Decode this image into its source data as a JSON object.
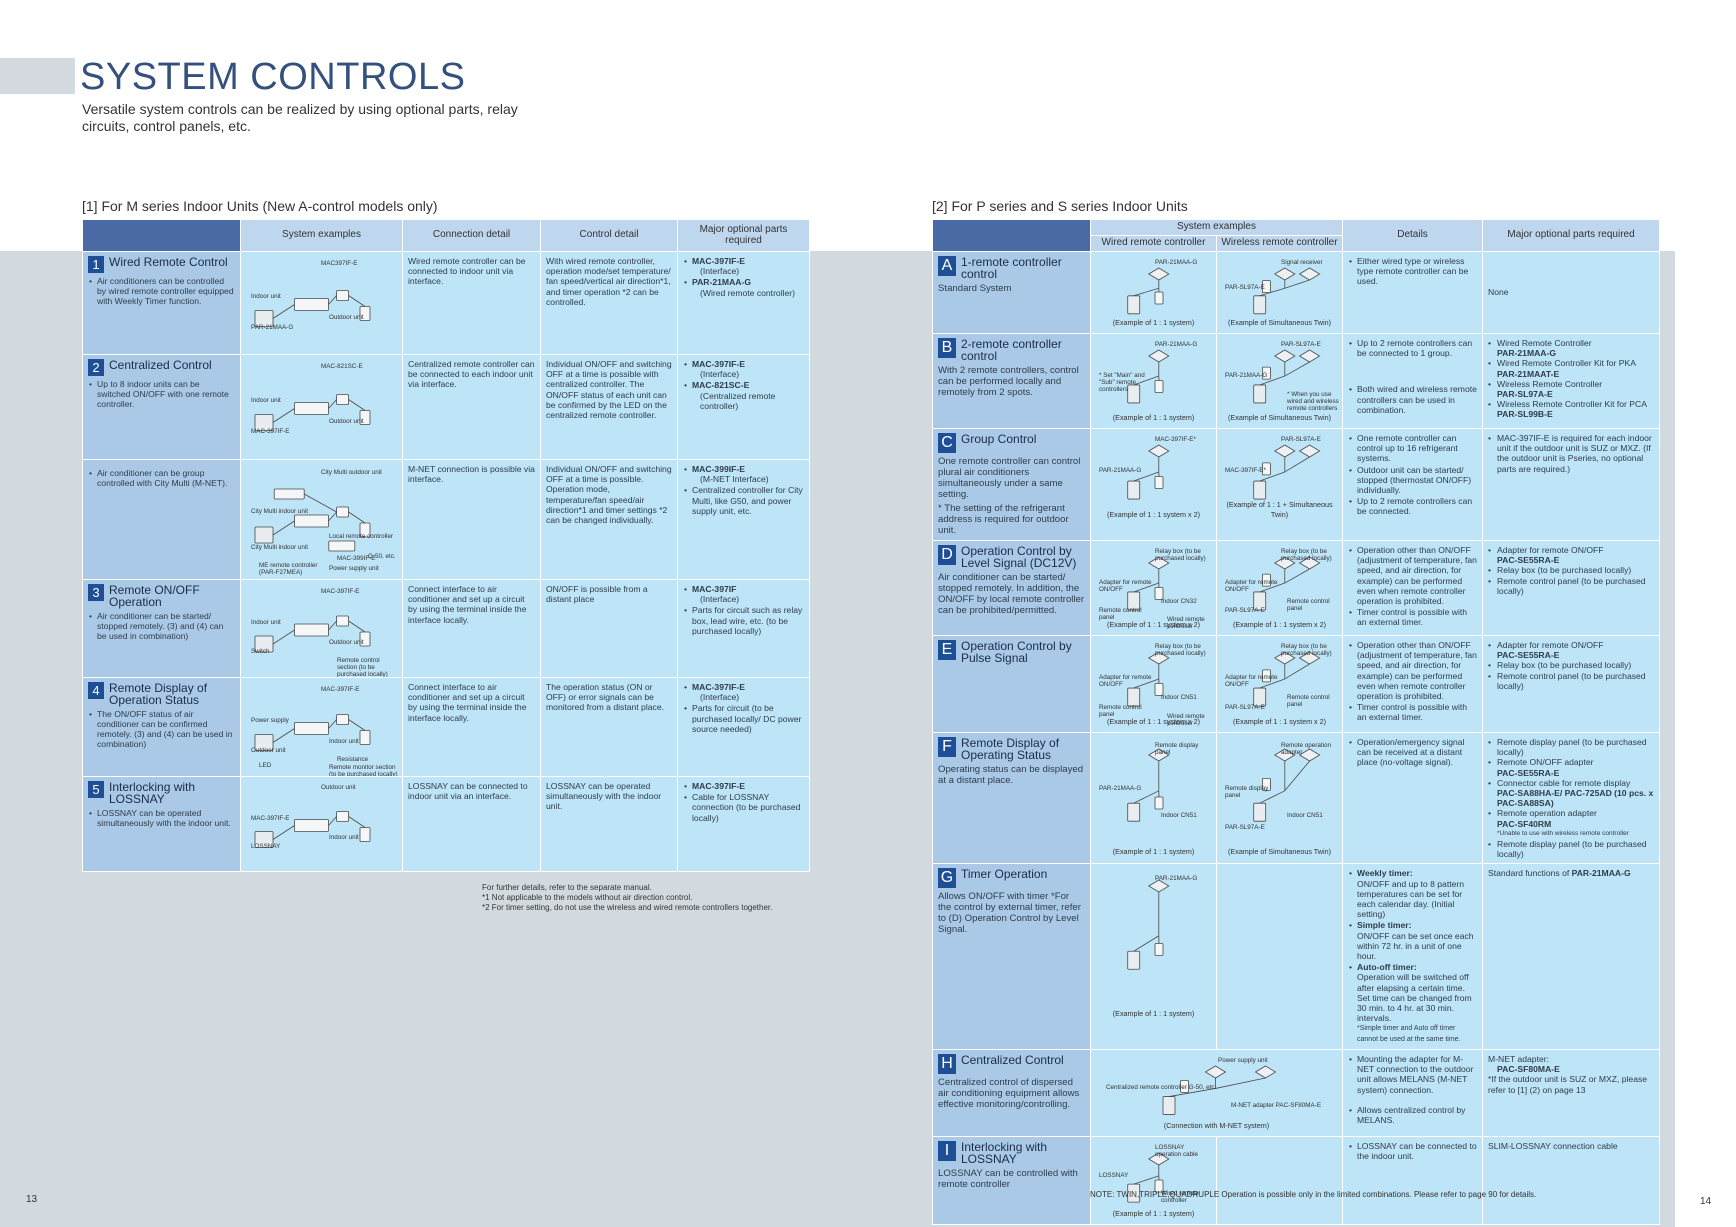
{
  "header": {
    "title": "SYSTEM CONTROLS",
    "subtitle": "Versatile system controls can be realized by using optional parts, relay circuits, control panels, etc."
  },
  "left": {
    "section_title": "[1] For M series Indoor Units (New A-control models only)",
    "columns": [
      "System examples",
      "Connection detail",
      "Control detail",
      "Major optional parts required"
    ],
    "rows": [
      {
        "num": "1",
        "title": "Wired Remote Control",
        "desc": "Air conditioners can be controlled by wired remote controller equipped with Weekly Timer function.",
        "diagram_labels": [
          "MAC397IF-E",
          "Indoor unit",
          "Outdoor unit",
          "PAR-21MAA-G"
        ],
        "connection": "Wired remote controller can be connected to indoor unit via interface.",
        "control": "With wired remote controller, operation mode/set temperature/ fan speed/vertical air direction*1, and timer operation *2 can be controlled.",
        "parts": [
          [
            "MAC-397IF-E",
            "(Interface)"
          ],
          [
            "PAR-21MAA-G",
            "(Wired remote controller)"
          ]
        ]
      },
      {
        "num": "2",
        "title": "Centralized Control",
        "desc": "Up to 8 indoor units can be switched ON/OFF with one remote controller.",
        "diagram_labels": [
          "MAC-821SC-E",
          "Indoor unit",
          "Outdoor unit",
          "MAC-397IF-E"
        ],
        "connection": "Centralized remote controller can be connected to each indoor unit via interface.",
        "control": "Individual ON/OFF and switching OFF at a time is possible with centralized controller. The ON/OFF status of each unit can be confirmed by the LED on the centralized remote controller.",
        "parts": [
          [
            "MAC-397IF-E",
            "(Interface)"
          ],
          [
            "MAC-821SC-E",
            "(Centralized remote controller)"
          ]
        ]
      },
      {
        "num": "",
        "title": "",
        "desc": "Air conditioner can be group controlled with City Multi (M-NET).",
        "diagram_labels": [
          "City Multi outdoor unit",
          "City Multi indoor unit",
          "Local remote controller",
          "City Multi indoor unit",
          "MAC-399IF-E",
          "ME remote controller (PAR-F27MEA)",
          "Power supply unit",
          "G-50, etc."
        ],
        "connection": "M-NET connection is possible via interface.",
        "control": "Individual ON/OFF and switching OFF at a time is possible. Operation mode, temperature/fan speed/air direction*1 and timer settings *2 can be changed individually.",
        "parts": [
          [
            "MAC-399IF-E",
            "(M-NET Interface)"
          ],
          [
            "",
            "Centralized controller for City Multi, like G50, and power supply unit, etc."
          ]
        ]
      },
      {
        "num": "3",
        "title": "Remote ON/OFF Operation",
        "desc": "Air conditioner can be started/ stopped remotely. (3) and (4) can be used in combination)",
        "diagram_labels": [
          "MAC-397IF-E",
          "Indoor unit",
          "Outdoor unit",
          "Switch",
          "Remote control section (to be purchased locally)"
        ],
        "connection": "Connect interface to air conditioner and set up a circuit by using the terminal inside the interface locally.",
        "control": "ON/OFF is possible from a distant place",
        "parts": [
          [
            "MAC-397IF",
            "(Interface)"
          ],
          [
            "",
            "Parts for circuit such as relay box, lead wire, etc. (to be purchased locally)"
          ]
        ]
      },
      {
        "num": "4",
        "title": "Remote Display of Operation Status",
        "desc": "The ON/OFF status of air conditioner can be confirmed remotely. (3) and (4) can be used in combination)",
        "diagram_labels": [
          "MAC-397IF-E",
          "Power supply",
          "Indoor unit",
          "Outdoor unit",
          "Resistance",
          "LED",
          "Remote monitor section (to be purchased locally)"
        ],
        "connection": "Connect interface to air conditioner and set up a circuit by using the terminal inside the interface locally.",
        "control": "The operation status (ON or OFF) or error signals can be monitored from a distant place.",
        "parts": [
          [
            "MAC-397IF-E",
            "(Interface)"
          ],
          [
            "",
            "Parts for circuit (to be purchased locally/ DC power source needed)"
          ]
        ]
      },
      {
        "num": "5",
        "title": "Interlocking with LOSSNAY",
        "desc": "LOSSNAY can be operated simultaneously with the indoor unit.",
        "diagram_labels": [
          "Outdoor unit",
          "MAC-397IF-E",
          "Indoor unit",
          "LOSSNAY"
        ],
        "connection": "LOSSNAY can be connected to indoor unit via an interface.",
        "control": "LOSSNAY can be operated simultaneously with the indoor unit.",
        "parts": [
          [
            "MAC-397IF-E",
            ""
          ],
          [
            "",
            "Cable for LOSSNAY connection (to be purchased locally)"
          ]
        ]
      }
    ],
    "notes": [
      "For further details, refer to the separate manual.",
      "*1 Not applicable to the models without air direction control.",
      "*2 For timer setting, do not use the wireless and wired remote controllers together."
    ],
    "page_number": "13"
  },
  "right": {
    "section_title": "[2] For P series and S series Indoor Units",
    "columns": {
      "system_examples": "System examples",
      "wired": "Wired remote controller",
      "wireless": "Wireless remote controller",
      "details": "Details",
      "parts": "Major optional parts required"
    },
    "rows": [
      {
        "letter": "A",
        "title": "1-remote controller control",
        "desc": "Standard System",
        "wired_labels": [
          "PAR-21MAA-G"
        ],
        "wired_caption": "(Example of 1 : 1 system)",
        "wireless_labels": [
          "Signal receiver",
          "PAR-SL97A-E"
        ],
        "wireless_caption": "(Example of Simultaneous Twin)",
        "details": [
          "Either wired type or wireless type remote controller can be used."
        ],
        "parts": [
          {
            "t": "None",
            "b": false
          }
        ]
      },
      {
        "letter": "B",
        "title": "2-remote controller control",
        "desc": "With 2 remote controllers, control can be performed locally and remotely from 2 spots.",
        "wired_labels": [
          "PAR-21MAA-G",
          "* Set \"Main\" and \"Sub\" remote controllers"
        ],
        "wired_caption": "(Example of 1 : 1 system)",
        "wireless_labels": [
          "PAR-SL97A-E",
          "PAR-21MAA-G",
          "* When you use wired and wireless remote controllers"
        ],
        "wireless_caption": "(Example of Simultaneous Twin)",
        "details": [
          "Up to 2 remote controllers can be connected to 1 group.",
          "Both wired and wireless remote controllers can be used in combination."
        ],
        "parts": [
          {
            "t": "Wired Remote Controller",
            "b": false,
            "bul": true
          },
          {
            "t": "PAR-21MAA-G",
            "b": true
          },
          {
            "t": "Wired Remote Controller Kit for PKA",
            "b": false,
            "bul": true
          },
          {
            "t": "PAR-21MAAT-E",
            "b": true
          },
          {
            "t": "Wireless Remote Controller",
            "b": false,
            "bul": true
          },
          {
            "t": "PAR-SL97A-E",
            "b": true
          },
          {
            "t": "Wireless Remote Controller Kit for PCA",
            "b": false,
            "bul": true
          },
          {
            "t": "PAR-SL99B-E",
            "b": true
          }
        ]
      },
      {
        "letter": "C",
        "title": "Group Control",
        "desc": "One remote controller can control plural air conditioners simultaneously under a same setting.",
        "desc_note": "* The setting of the refrigerant address is required for outdoor unit.",
        "wired_labels": [
          "MAC-397IF-E*",
          "PAR-21MAA-G"
        ],
        "wired_caption": "(Example of 1 : 1 system x 2)",
        "wireless_labels": [
          "PAR-SL97A-E",
          "MAC-397IF-E*"
        ],
        "wireless_caption": "(Example of 1 : 1 + Simultaneous Twin)",
        "details": [
          "One remote controller can control up to 16 refrigerant systems.",
          "Outdoor unit can be started/ stopped (thermostat ON/OFF) individually.",
          "Up to 2 remote controllers can be connected."
        ],
        "parts": [
          {
            "t": "MAC-397IF-E is required for each indoor unit if the outdoor unit is SUZ or MXZ. (If the outdoor unit is Pseries, no optional parts are required.)",
            "b": false,
            "bul": true
          }
        ]
      },
      {
        "letter": "D",
        "title": "Operation Control by Level Signal (DC12V)",
        "desc": "Air conditioner can be started/ stopped remotely. In addition, the ON/OFF by local remote controller can be prohibited/permitted.",
        "wired_labels": [
          "Relay box (to be purchased locally)",
          "Adapter for remote ON/OFF",
          "Indoor CN32",
          "Remote control panel",
          "Wired remote controller"
        ],
        "wired_caption": "(Example of 1 : 1 system x 2)",
        "wireless_labels": [
          "Relay box (to be purchased locally)",
          "Adapter for remote ON/OFF",
          "Remote control panel",
          "PAR-SL97A-E"
        ],
        "wireless_caption": "(Example of 1 : 1 system x 2)",
        "details": [
          "Operation other than ON/OFF (adjustment of temperature, fan speed, and air direction, for example) can be performed even when remote controller operation is prohibited.",
          "Timer control is possible with an external timer."
        ],
        "parts": [
          {
            "t": "Adapter for remote ON/OFF",
            "b": false,
            "bul": true
          },
          {
            "t": "PAC-SE55RA-E",
            "b": true
          },
          {
            "t": "Relay box (to be purchased locally)",
            "b": false,
            "bul": true
          },
          {
            "t": "Remote control panel (to be purchased locally)",
            "b": false,
            "bul": true
          }
        ]
      },
      {
        "letter": "E",
        "title": "Operation Control by Pulse Signal",
        "desc": "",
        "wired_labels": [
          "Relay box (to be purchased locally)",
          "Adapter for remote ON/OFF",
          "Indoor CN51",
          "Remote control panel",
          "Wired remote controller"
        ],
        "wired_caption": "(Example of 1 : 1 system x 2)",
        "wireless_labels": [
          "Relay box (to be purchased locally)",
          "Adapter for remote ON/OFF",
          "Remote control panel",
          "PAR-SL97A-E"
        ],
        "wireless_caption": "(Example of 1 : 1 system x 2)",
        "details": [
          "Operation other than ON/OFF (adjustment of temperature, fan speed, and air direction, for example) can be performed even when remote controller operation is prohibited.",
          "Timer control is possible with an external timer."
        ],
        "parts": [
          {
            "t": "Adapter for remote ON/OFF",
            "b": false,
            "bul": true
          },
          {
            "t": "PAC-SE55RA-E",
            "b": true
          },
          {
            "t": "Relay box (to be purchased locally)",
            "b": false,
            "bul": true
          },
          {
            "t": "Remote control panel (to be purchased locally)",
            "b": false,
            "bul": true
          }
        ]
      },
      {
        "letter": "F",
        "title": "Remote Display of Operating Status",
        "desc": "Operating status can be displayed at a distant place.",
        "wired_labels": [
          "Remote display panel",
          "PAR-21MAA-G",
          "Indoor CN51"
        ],
        "wired_caption": "(Example of 1 : 1 system)",
        "wireless_labels": [
          "Remote operation adapter",
          "Remote display panel",
          "Indoor CN51",
          "PAR-SL97A-E"
        ],
        "wireless_caption": "(Example of Simultaneous Twin)",
        "details": [
          "Operation/emergency signal can be received at a distant place (no-voltage signal)."
        ],
        "parts": [
          {
            "t": "Remote display panel (to be purchased locally)",
            "b": false,
            "bul": true
          },
          {
            "t": "Remote ON/OFF adapter",
            "b": false,
            "bul": true
          },
          {
            "t": "PAC-SE55RA-E",
            "b": true
          },
          {
            "t": "Connector cable for remote display",
            "b": false,
            "bul": true
          },
          {
            "t": "PAC-SA88HA-E/ PAC-725AD (10 pcs. x PAC-SA88SA)",
            "b": true
          },
          {
            "t": "Remote operation adapter",
            "b": false,
            "bul": true
          },
          {
            "t": "PAC-SF40RM",
            "b": true
          },
          {
            "t": "*Unable to use with wireless remote controller",
            "b": false,
            "small": true
          },
          {
            "t": "Remote display panel (to be purchased locally)",
            "b": false,
            "bul": true
          }
        ]
      },
      {
        "letter": "G",
        "title": "Timer Operation",
        "desc": "Allows ON/OFF with timer *For the control by external timer, refer to (D) Operation Control by Level Signal.",
        "wired_labels": [
          "PAR-21MAA-G"
        ],
        "wired_caption": "(Example of 1 : 1 system)",
        "wireless_labels": [],
        "wireless_caption": "",
        "details_rich": [
          {
            "h": "Weekly timer:",
            "t": "ON/OFF and up to 8 pattern temperatures can be set for each calendar day. (Initial setting)"
          },
          {
            "h": "Simple timer:",
            "t": "ON/OFF can be set once each within 72 hr. in a unit of one hour."
          },
          {
            "h": "Auto-off timer:",
            "t": "Operation will be switched off after elapsing a certain time. Set time can be changed from 30 min. to 4 hr. at 30 min. intervals."
          }
        ],
        "details_note": "*Simple timer and Auto off timer cannot be used at the same time.",
        "parts": [
          {
            "t": "Standard functions of ",
            "b": false
          },
          {
            "t": "PAR-21MAA-G",
            "b": true
          }
        ]
      },
      {
        "letter": "H",
        "title": "Centralized Control",
        "desc": "Centralized control of dispersed air conditioning equipment allows effective monitoring/controlling.",
        "wired_labels": [
          "Power supply unit",
          "Centralized remote controller G-50, etc.",
          "M-NET adapter PAC-SF80MA-E"
        ],
        "wired_caption": "(Connection with M-NET system)",
        "wireless_labels": [],
        "wireless_caption": "",
        "details": [
          "Mounting the adapter for M-NET connection to the outdoor unit allows MELANS (M-NET system) connection.",
          "Allows centralized control by MELANS."
        ],
        "parts": [
          {
            "t": "M-NET adapter:",
            "b": false
          },
          {
            "t": "PAC-SF80MA-E",
            "b": true
          },
          {
            "t": "*If the outdoor unit is SUZ or MXZ, please refer to [1] (2) on page 13",
            "b": false
          }
        ]
      },
      {
        "letter": "I",
        "title": "Interlocking with LOSSNAY",
        "desc": "LOSSNAY can be controlled with remote controller",
        "wired_labels": [
          "LOSSNAY operation cable",
          "LOSSNAY",
          "Wired remote controller"
        ],
        "wired_caption": "(Example of 1 : 1 system)",
        "wireless_labels": [],
        "wireless_caption": "",
        "details": [
          "LOSSNAY can be connected to the indoor unit."
        ],
        "parts": [
          {
            "t": "SLIM-LOSSNAY connection cable",
            "b": false
          }
        ]
      }
    ],
    "note": "NOTE: TWIN,TRIPLE,QUADRUPLE Operation is possible only in the limited combinations. Please refer to page 90 for details.",
    "page_number": "14"
  }
}
